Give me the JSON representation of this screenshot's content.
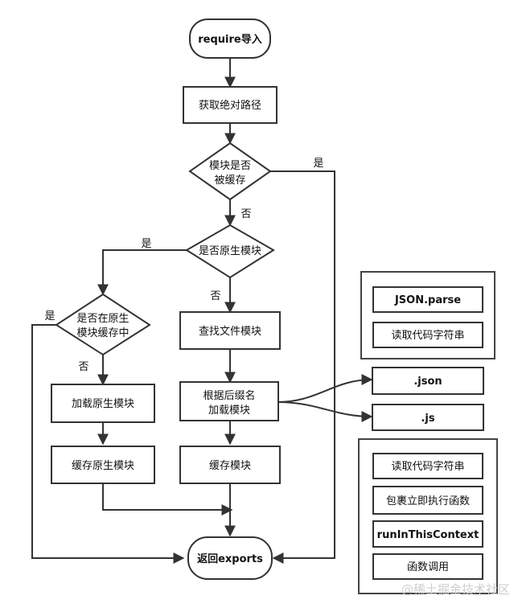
{
  "nodes": {
    "start": "require导入",
    "abs_path": "获取绝对路径",
    "is_cached_l1": "模块是否",
    "is_cached_l2": "被缓存",
    "is_native": "是否原生模块",
    "in_native_cache_l1": "是否在原生",
    "in_native_cache_l2": "模块缓存中",
    "find_file": "查找文件模块",
    "load_native": "加载原生模块",
    "load_by_ext_l1": "根据后缀名",
    "load_by_ext_l2": "加载模块",
    "cache_native": "缓存原生模块",
    "cache_module": "缓存模块",
    "return_exports": "返回exports",
    "ext_json": ".json",
    "ext_js": ".js"
  },
  "edge_labels": {
    "cached_yes": "是",
    "cached_no": "否",
    "native_yes": "是",
    "native_no": "否",
    "native_cache_yes": "是",
    "native_cache_no": "否"
  },
  "panels": {
    "json_steps": [
      "JSON.parse",
      "读取代码字符串"
    ],
    "js_steps": [
      "读取代码字符串",
      "包裹立即执行函数",
      "runInThisContext",
      "函数调用"
    ]
  },
  "watermark": "@稀土掘金技术社区"
}
